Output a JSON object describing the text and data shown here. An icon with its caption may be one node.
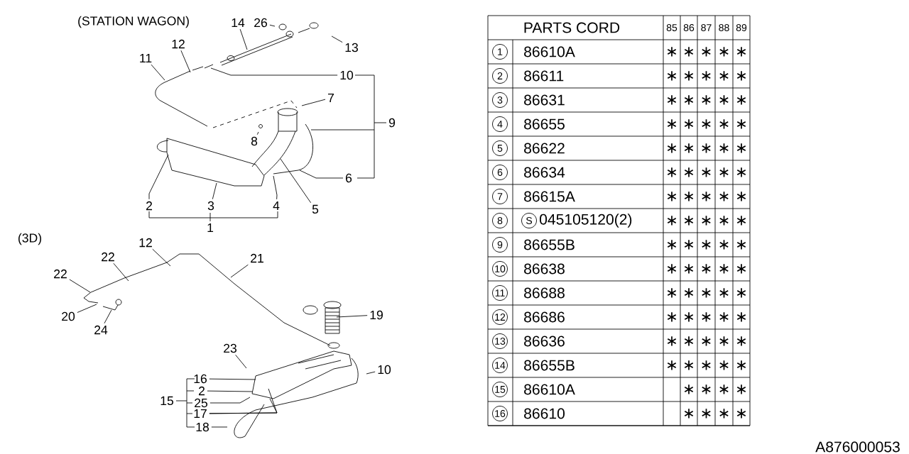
{
  "diagram": {
    "nodes": [
      {
        "text": [
          "14"
        ]
      },
      {
        "text": [
          "26"
        ]
      },
      {
        "text": [
          "13"
        ]
      },
      {
        "text": [
          "12"
        ]
      },
      {
        "text": [
          "11"
        ]
      },
      {
        "text": [
          "10"
        ]
      },
      {
        "text": [
          "7"
        ]
      },
      {
        "text": [
          "8"
        ]
      },
      {
        "text": [
          "6"
        ]
      },
      {
        "text": [
          "2"
        ]
      },
      {
        "text": [
          "3"
        ]
      },
      {
        "text": [
          "4"
        ]
      },
      {
        "text": [
          "5"
        ]
      },
      {
        "text": [
          "12"
        ]
      },
      {
        "text": [
          "21"
        ]
      },
      {
        "text": [
          "22"
        ]
      },
      {
        "text": [
          "22"
        ]
      },
      {
        "text": [
          "20"
        ]
      },
      {
        "text": [
          "24"
        ]
      },
      {
        "text": [
          "19"
        ]
      },
      {
        "text": [
          "23"
        ]
      },
      {
        "text": [
          "10"
        ]
      },
      {
        "text": [
          "16"
        ]
      },
      {
        "text": [
          "2"
        ]
      },
      {
        "text": [
          "25"
        ]
      },
      {
        "text": [
          "17"
        ]
      },
      {
        "text": [
          "18"
        ]
      }
    ],
    "edges": [
      {
        "from": 0,
        "to": null,
        "arrow": "none"
      },
      {
        "from": 1,
        "to": null,
        "arrow": "none"
      },
      {
        "from": 2,
        "to": null,
        "arrow": "none"
      },
      {
        "from": 3,
        "to": null,
        "arrow": "none"
      },
      {
        "from": 4,
        "to": null,
        "arrow": "none"
      },
      {
        "from": 5,
        "to": null,
        "arrow": "none"
      },
      {
        "from": 6,
        "to": null,
        "arrow": "none"
      },
      {
        "from": 7,
        "to": null,
        "arrow": "none"
      },
      {
        "from": 8,
        "to": null,
        "arrow": "none"
      },
      {
        "from": 9,
        "to": null,
        "arrow": "none"
      },
      {
        "from": 10,
        "to": null,
        "arrow": "none"
      },
      {
        "from": 11,
        "to": null,
        "arrow": "none"
      },
      {
        "from": 12,
        "to": null,
        "arrow": "none"
      },
      {
        "from": 13,
        "to": null,
        "arrow": "none"
      },
      {
        "from": 14,
        "to": null,
        "arrow": "none"
      },
      {
        "from": 15,
        "to": null,
        "arrow": "none"
      },
      {
        "from": 16,
        "to": null,
        "arrow": "none"
      },
      {
        "from": 17,
        "to": null,
        "arrow": "none"
      },
      {
        "from": 18,
        "to": null,
        "arrow": "none"
      },
      {
        "from": 19,
        "to": null,
        "arrow": "none"
      },
      {
        "from": 20,
        "to": null,
        "arrow": "none"
      },
      {
        "from": 21,
        "to": null,
        "arrow": "none"
      },
      {
        "from": 22,
        "to": null,
        "arrow": "none"
      },
      {
        "from": 23,
        "to": null,
        "arrow": "none"
      },
      {
        "from": 24,
        "to": null,
        "arrow": "none"
      },
      {
        "from": 25,
        "to": null,
        "arrow": "none"
      },
      {
        "from": 25,
        "to": null,
        "arrow": "none"
      },
      {
        "from": 26,
        "to": null,
        "arrow": "none"
      }
    ],
    "labels": [
      "(STATION WAGON)",
      "9",
      "1",
      "(3D)",
      "15",
      "PARTS CORD",
      "85",
      "86",
      "87",
      "88",
      "89",
      "1",
      "86610A",
      "∗",
      "∗",
      "∗",
      "∗",
      "∗",
      "2",
      "86611",
      "∗",
      "∗",
      "∗",
      "∗",
      "∗",
      "3",
      "86631",
      "∗",
      "∗",
      "∗",
      "∗",
      "∗",
      "4",
      "86655",
      "∗",
      "∗",
      "∗",
      "∗",
      "∗",
      "5",
      "86622",
      "∗",
      "∗",
      "∗",
      "∗",
      "∗",
      "6",
      "86634",
      "∗",
      "∗",
      "∗",
      "∗",
      "∗",
      "7",
      "86615A",
      "∗",
      "∗",
      "∗",
      "∗",
      "∗",
      "8",
      "S",
      "045105120(2)",
      "∗",
      "∗",
      "∗",
      "∗",
      "∗",
      "9",
      "86655B",
      "∗",
      "∗",
      "∗",
      "∗",
      "∗",
      "10",
      "86638",
      "∗",
      "∗",
      "∗",
      "∗",
      "∗",
      "11",
      "86688",
      "∗",
      "∗",
      "∗",
      "∗",
      "∗",
      "12",
      "86686",
      "∗",
      "∗",
      "∗",
      "∗",
      "∗",
      "13",
      "86636",
      "∗",
      "∗",
      "∗",
      "∗",
      "∗",
      "14",
      "86655B",
      "∗",
      "∗",
      "∗",
      "∗",
      "∗",
      "15",
      "86610A",
      "∗",
      "∗",
      "∗",
      "∗",
      "16",
      "86610",
      "∗",
      "∗",
      "∗",
      "∗",
      "A876000053"
    ]
  }
}
